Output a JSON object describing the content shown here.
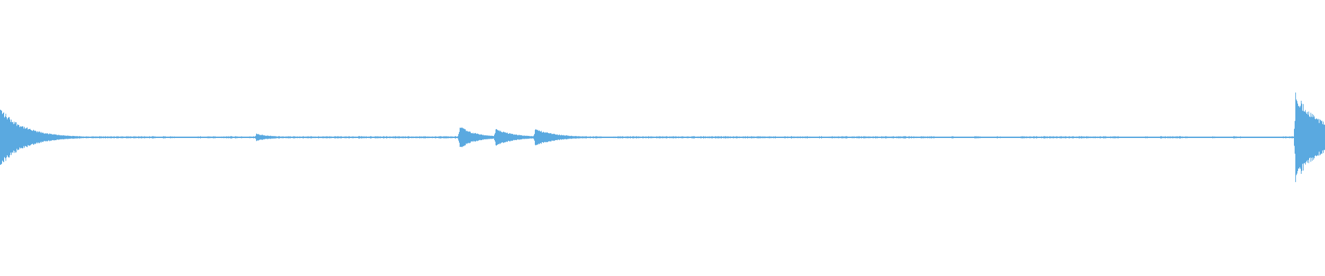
{
  "waveform": {
    "color": "#5aa9e0",
    "background": "#ffffff",
    "baseline_amplitude": 0.006,
    "bursts": [
      {
        "t": 0.0,
        "peak": 0.22,
        "decay": 0.018,
        "side": "right"
      },
      {
        "t": 0.193,
        "peak": 0.028,
        "decay": 0.012,
        "side": "right"
      },
      {
        "t": 0.3465,
        "peak": 0.085,
        "decay": 0.012,
        "side": "right"
      },
      {
        "t": 0.3735,
        "peak": 0.065,
        "decay": 0.014,
        "side": "right"
      },
      {
        "t": 0.4035,
        "peak": 0.065,
        "decay": 0.016,
        "side": "right"
      },
      {
        "t": 0.9775,
        "peak": 0.33,
        "decay": 0.02,
        "side": "right"
      }
    ],
    "silent_gaps": [
      [
        0.117,
        0.122
      ],
      [
        0.134,
        0.147
      ],
      [
        0.152,
        0.156
      ],
      [
        0.162,
        0.167
      ],
      [
        0.183,
        0.188
      ],
      [
        0.454,
        0.463
      ],
      [
        0.585,
        0.59
      ],
      [
        0.611,
        0.615
      ],
      [
        0.62,
        0.624
      ],
      [
        0.705,
        0.718
      ],
      [
        0.72,
        0.735
      ],
      [
        0.74,
        0.752
      ],
      [
        0.755,
        0.77
      ],
      [
        0.845,
        0.862
      ],
      [
        0.866,
        0.875
      ],
      [
        0.897,
        0.915
      ],
      [
        0.918,
        0.93
      ],
      [
        0.936,
        0.968
      ]
    ]
  }
}
